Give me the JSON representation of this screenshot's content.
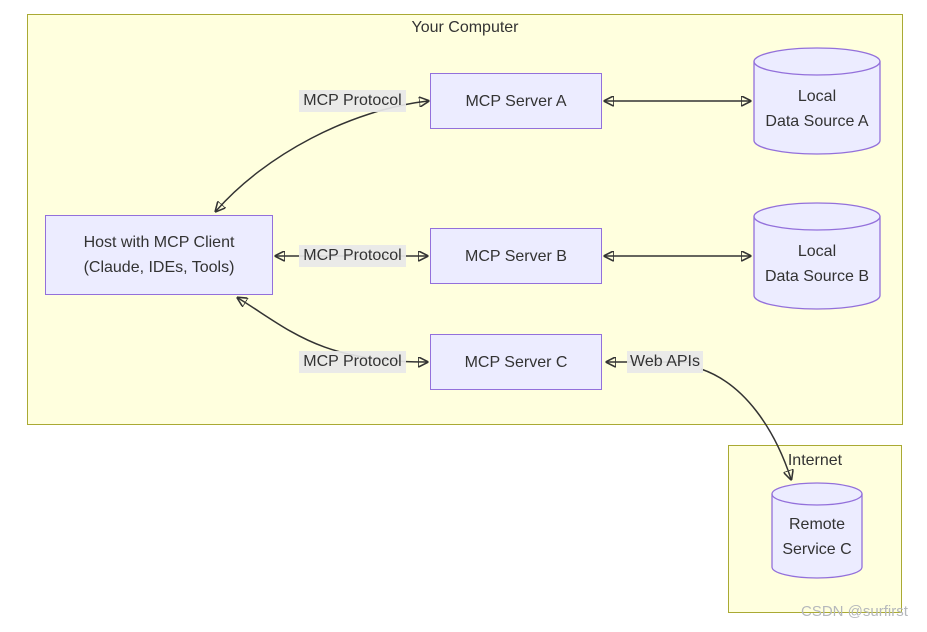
{
  "diagram": {
    "subgraphs": [
      {
        "label": "Your Computer"
      },
      {
        "label": "Internet"
      }
    ],
    "nodes": {
      "host": {
        "line1": "Host with MCP Client",
        "line2": "(Claude, IDEs, Tools)"
      },
      "server_a": {
        "label": "MCP Server A"
      },
      "server_b": {
        "label": "MCP Server B"
      },
      "server_c": {
        "label": "MCP Server C"
      },
      "data_a": {
        "line1": "Local",
        "line2": "Data Source A"
      },
      "data_b": {
        "line1": "Local",
        "line2": "Data Source B"
      },
      "remote_c": {
        "line1": "Remote",
        "line2": "Service C"
      }
    },
    "edge_labels": {
      "host_server_a": "MCP Protocol",
      "host_server_b": "MCP Protocol",
      "host_server_c": "MCP Protocol",
      "server_c_remote": "Web APIs"
    },
    "colors": {
      "node_fill": "#ECECFF",
      "node_border": "#9370DB",
      "subgraph_fill": "#FFFFDE",
      "subgraph_border": "#AAAA33",
      "edge": "#333333",
      "edge_label_bg": "#E8E8E8",
      "text": "#333333",
      "watermark": "#B5B8BC"
    }
  },
  "watermark": "CSDN @surfirst"
}
